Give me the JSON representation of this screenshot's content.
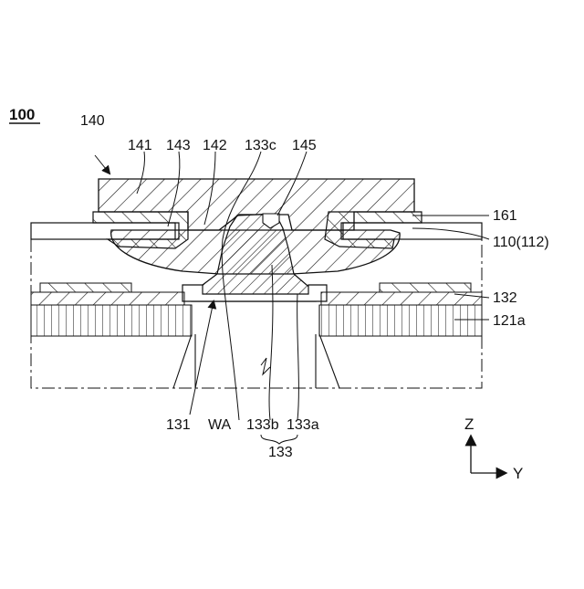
{
  "figure": {
    "number": "100",
    "labels": {
      "l140": "140",
      "l141": "141",
      "l143": "143",
      "l142": "142",
      "l133c": "133c",
      "l145": "145",
      "l161": "161",
      "l110": "110(112)",
      "l132": "132",
      "l121a": "121a",
      "l131": "131",
      "lWA": "WA",
      "l133b": "133b",
      "l133a": "133a",
      "l133": "133"
    },
    "axes": {
      "z": "Z",
      "y": "Y"
    }
  },
  "colors": {
    "line": "#111111",
    "paper": "#ffffff"
  }
}
